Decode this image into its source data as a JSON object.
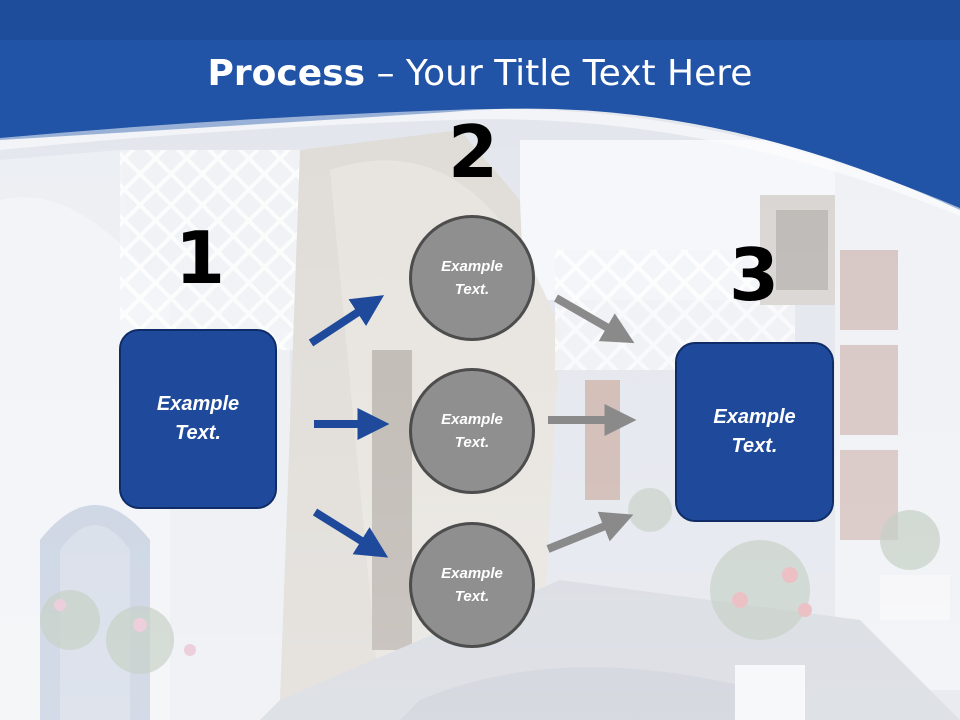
{
  "title": {
    "bold": "Process",
    "rest": " – Your Title Text Here"
  },
  "steps": [
    {
      "number": "1",
      "text": "Example\nText."
    },
    {
      "number": "2"
    },
    {
      "number": "3",
      "text": "Example\nText."
    }
  ],
  "circles": [
    {
      "text": "Example\nText."
    },
    {
      "text": "Example\nText."
    },
    {
      "text": "Example\nText."
    }
  ],
  "colors": {
    "header_blue": "#2153a6",
    "box_blue": "#1f4a9b",
    "circle_gray": "#8f8f8f",
    "arrow_blue": "#1f4a9b",
    "arrow_gray": "#8a8a8a"
  }
}
